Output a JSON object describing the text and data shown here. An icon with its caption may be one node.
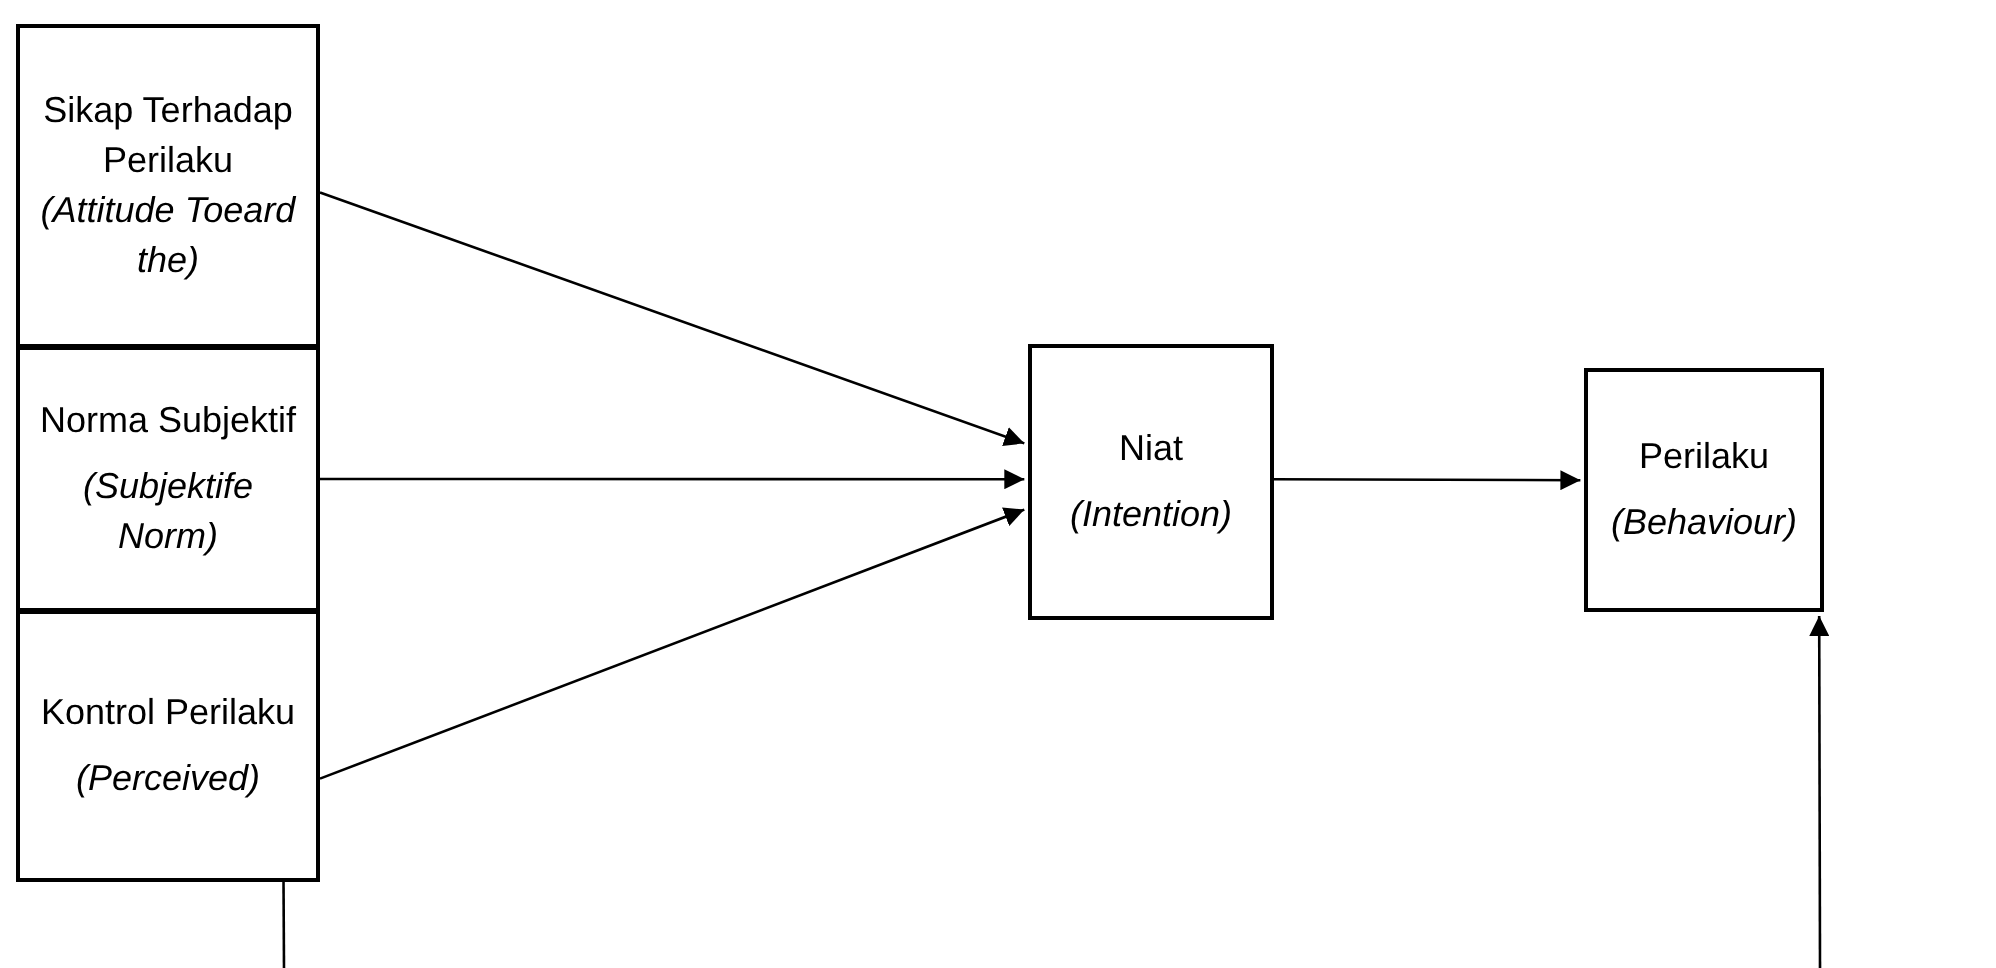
{
  "diagram": {
    "nodes": [
      {
        "text": [
          "Sikap Terhadap Perilaku *(Attitude Toeard the)*"
        ]
      },
      {
        "text": [
          "Norma Subjektif",
          "(Subjektife Norm)"
        ]
      },
      {
        "text": [
          "Kontrol Perilaku",
          "(Perceived)"
        ]
      },
      {
        "text": [
          "Niat",
          "(Intention)"
        ]
      },
      {
        "text": [
          "Perilaku",
          "(Behaviour)"
        ]
      }
    ],
    "edges": [
      {
        "from": 0,
        "to": 3,
        "arrow": "to"
      },
      {
        "from": 1,
        "to": 3,
        "arrow": "to"
      },
      {
        "from": 2,
        "to": 3,
        "arrow": "to"
      },
      {
        "from": 3,
        "to": 4,
        "arrow": "to"
      },
      {
        "from": 2,
        "to": null,
        "arrow": "none"
      },
      {
        "from": null,
        "to": 4,
        "arrow": "to"
      }
    ]
  }
}
